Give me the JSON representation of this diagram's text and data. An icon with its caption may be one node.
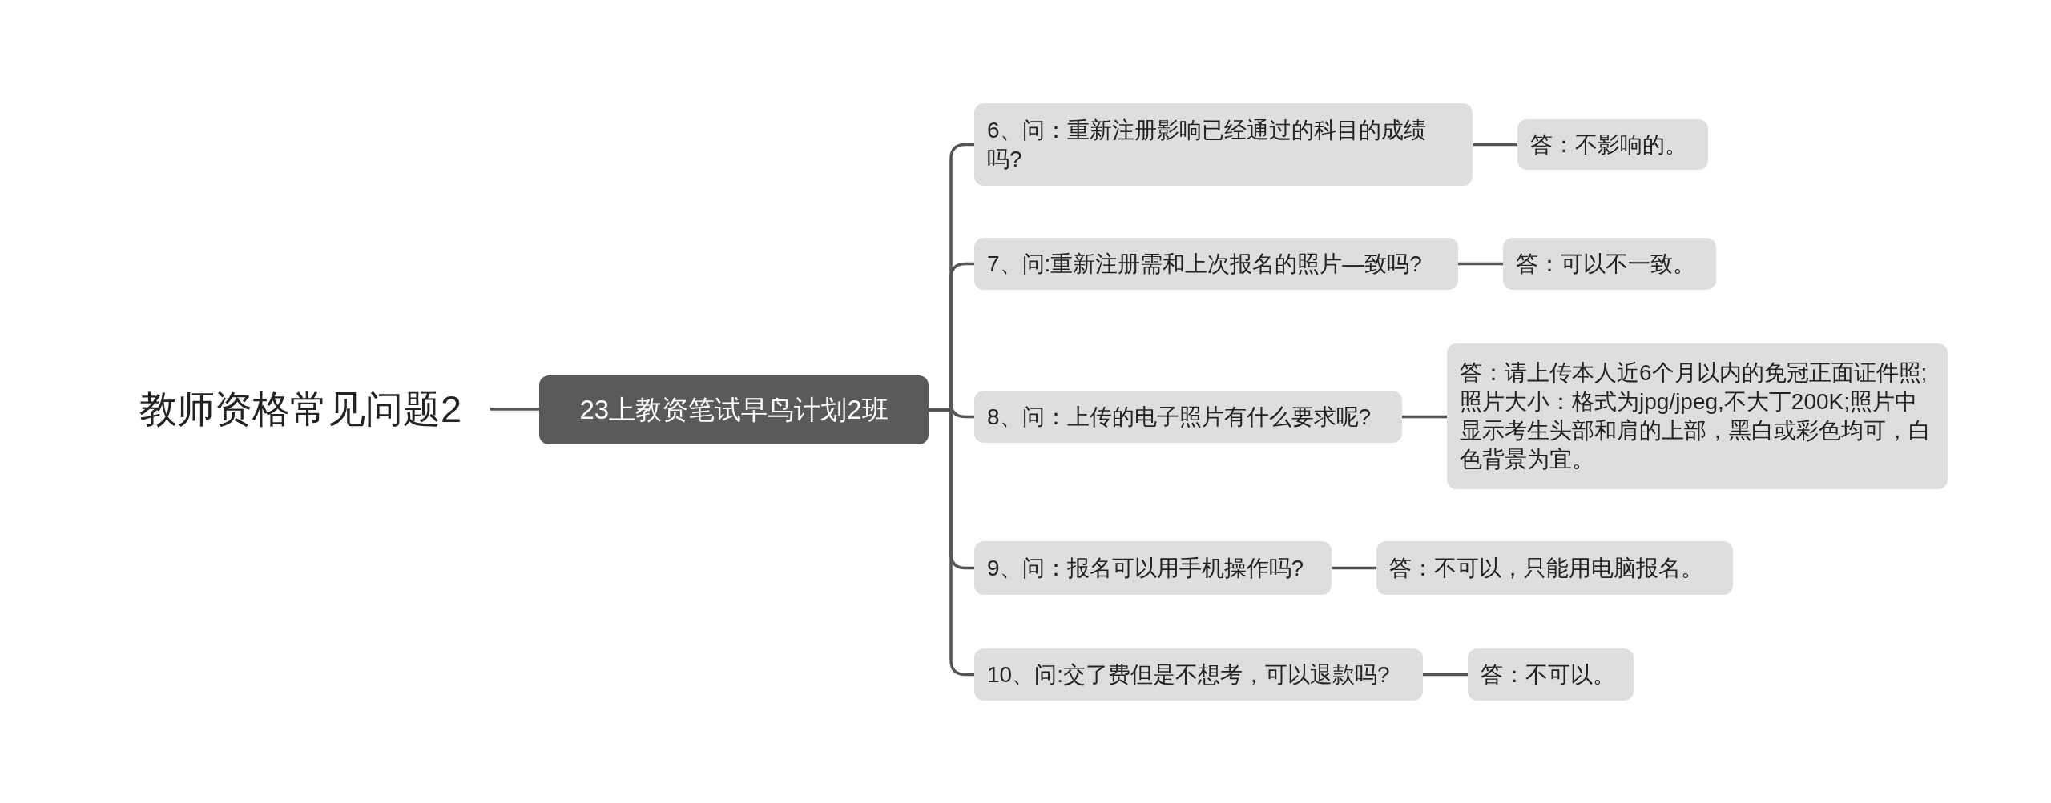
{
  "diagram": {
    "nodes": [
      {
        "text": [
          "教师资格常见问题2"
        ]
      },
      {
        "text": [
          "23上教资笔试早鸟计划2班"
        ]
      },
      {
        "text": [
          "6、问：重新注册影响已经通过的科目的成绩吗?"
        ]
      },
      {
        "text": [
          "答：不影响的。"
        ]
      },
      {
        "text": [
          "7、问:重新注册需和上次报名的照片—致吗?"
        ]
      },
      {
        "text": [
          "答：可以不一致。"
        ]
      },
      {
        "text": [
          "8、问：上传的电子照片有什么要求呢?"
        ]
      },
      {
        "text": [
          "答：请上传本人近6个月以内的免冠正面证件照;照片大小：格式为jpg/jpeg,不大丁200K;照片中显示考生头部和肩的上部，黑白或彩色均可，白色背景为宜。"
        ]
      },
      {
        "text": [
          "9、问：报名可以用手机操作吗?"
        ]
      },
      {
        "text": [
          "答：不可以，只能用电脑报名。"
        ]
      },
      {
        "text": [
          "10、问:交了费但是不想考，可以退款吗?"
        ]
      },
      {
        "text": [
          "答：不可以。"
        ]
      }
    ],
    "edges": [
      {
        "from": 0,
        "to": 1,
        "arrow": "none"
      },
      {
        "from": 1,
        "to": 2,
        "arrow": "none"
      },
      {
        "from": 2,
        "to": 3,
        "arrow": "none"
      },
      {
        "from": 1,
        "to": 4,
        "arrow": "none"
      },
      {
        "from": 4,
        "to": 5,
        "arrow": "none"
      },
      {
        "from": 1,
        "to": 6,
        "arrow": "none"
      },
      {
        "from": 6,
        "to": 7,
        "arrow": "none"
      },
      {
        "from": 1,
        "to": 8,
        "arrow": "none"
      },
      {
        "from": 8,
        "to": 9,
        "arrow": "none"
      },
      {
        "from": 1,
        "to": 10,
        "arrow": "none"
      },
      {
        "from": 10,
        "to": 11,
        "arrow": "none"
      }
    ]
  }
}
